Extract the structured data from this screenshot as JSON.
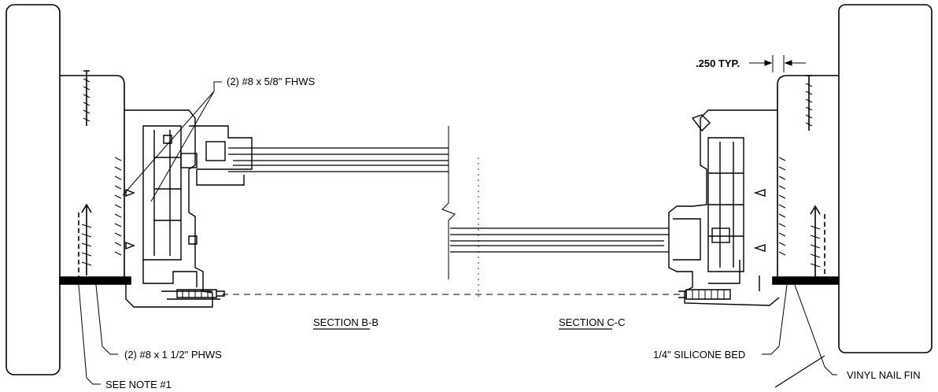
{
  "labels": {
    "screw_top": "(2) #8 x 5/8\" FHWS",
    "screw_bottom": "(2) #8 x 1 1/2\" PHWS",
    "see_note": "SEE NOTE #1",
    "section_b": "SECTION B-B",
    "section_c": "SECTION C-C",
    "typ_dim": ".250 TYP.",
    "silicone": "1/4\" SILICONE BED",
    "nail_fin": "VINYL NAIL FIN"
  },
  "colors": {
    "line": "#000000",
    "background": "#ffffff"
  }
}
